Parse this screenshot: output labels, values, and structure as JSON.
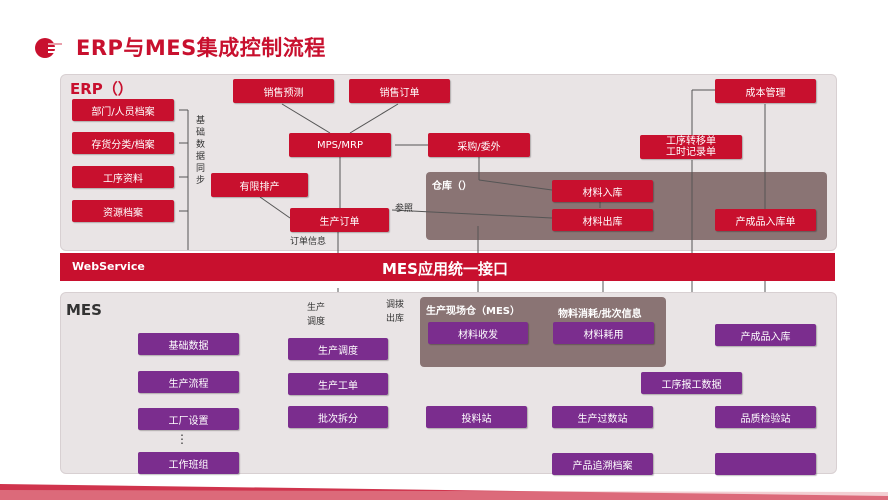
{
  "title": "ERP与MES集成控制流程",
  "erp": {
    "label": "ERP（）",
    "master_boxes": [
      "部门/人员档案",
      "存货分类/档案",
      "工序资料",
      "资源档案"
    ],
    "sync_note": "基础数据同步",
    "sales_forecast": "销售预测",
    "sales_order": "销售订单",
    "mps_mrp": "MPS/MRP",
    "purchase": "采购/委外",
    "finite_schedule": "有限排产",
    "production_order": "生产订单",
    "reference": "参照",
    "order_info": "订单信息",
    "cost_mgmt": "成本管理",
    "process_transfer": "工序转移单\n工时记录单",
    "warehouse_label": "仓库（）",
    "material_in": "材料入库",
    "material_out": "材料出库",
    "product_in": "产成品入库单"
  },
  "band": {
    "webservice": "WebService",
    "mes_api": "MES应用统一接口"
  },
  "mes": {
    "label": "MES",
    "basic_data": "基础数据",
    "prod_flow": "生产流程",
    "factory_setting": "工厂设置",
    "ellipsis": "⋮",
    "team": "工作班组",
    "note_dispatch": "生产\n调度",
    "note_transfer": "调拨\n出库",
    "prod_schedule": "生产调度",
    "work_order": "生产工单",
    "batch_split": "批次拆分",
    "site_warehouse_label": "生产现场仓（MES）",
    "material_receive": "材料收发",
    "consumption_label": "物料消耗/批次信息",
    "material_consume": "材料耗用",
    "product_in": "产成品入库",
    "report_data": "工序报工数据",
    "feed_station": "投料站",
    "count_station": "生产过数站",
    "quality_station": "品质检验站",
    "trace_archive": "产品追溯档案"
  },
  "colors": {
    "erp_red": "#c8102e",
    "mes_purple": "#7b2d8e",
    "warehouse": "#8a7474",
    "panel": "#e9e4e5"
  }
}
